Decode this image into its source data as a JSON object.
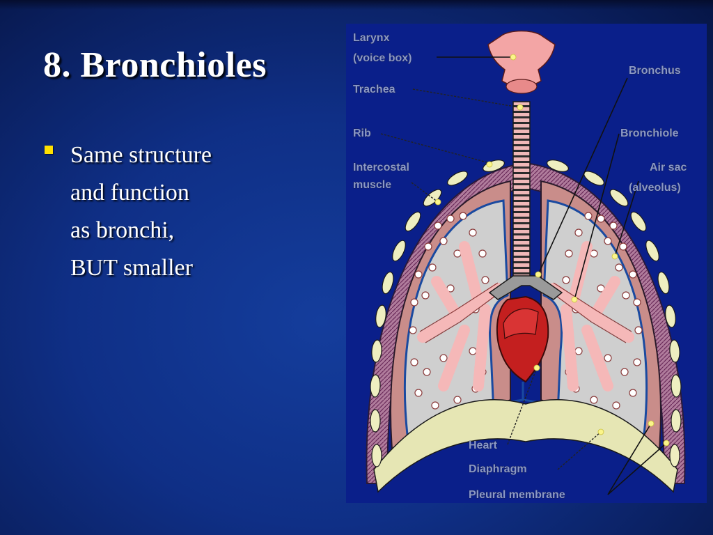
{
  "slide": {
    "title": "8. Bronchioles",
    "bullet_lines": [
      "Same structure",
      "and function",
      "as bronchi,",
      "BUT smaller"
    ],
    "accent_color": "#ffe000",
    "bullet_icon": "square-bullet-icon"
  },
  "figure": {
    "labels": {
      "larynx_l1": "Larynx",
      "larynx_l2": "(voice box)",
      "trachea": "Trachea",
      "rib": "Rib",
      "intercostal_l1": "Intercostal",
      "intercostal_l2": "muscle",
      "bronchus": "Bronchus",
      "bronchiole": "Bronchiole",
      "air_sac_l1": "Air sac",
      "air_sac_l2": "(alveolus)",
      "heart": "Heart",
      "diaphragm": "Diaphragm",
      "pleural_membrane": "Pleural membrane"
    },
    "colors": {
      "lung_fill": "#cfcfcf",
      "airway_pink": "#f5b8b8",
      "heart_red": "#c41f1f",
      "rib_cream": "#eeeec0",
      "muscle_pink": "#d79a9a"
    }
  }
}
